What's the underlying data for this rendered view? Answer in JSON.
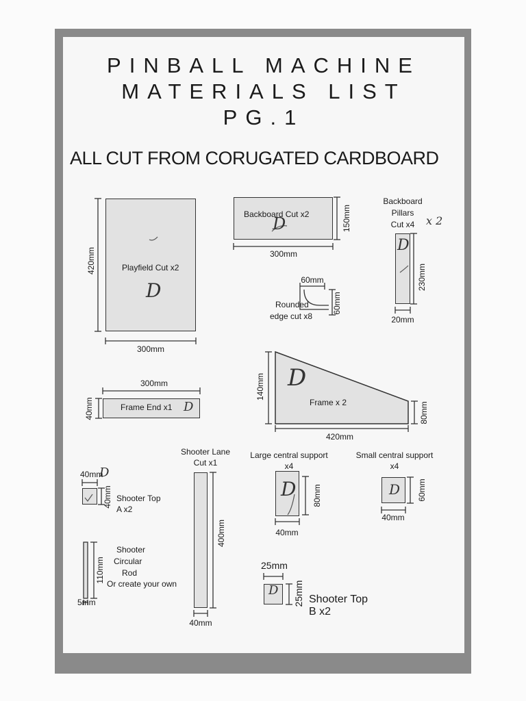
{
  "title": {
    "line1": "PINBALL MACHINE",
    "line2": "MATERIALS LIST",
    "line3": "PG.1"
  },
  "subtitle": "ALL CUT FROM CORUGATED CARDBOARD",
  "parts": {
    "playfield": {
      "label": "Playfield Cut x2",
      "height": "420mm",
      "width": "300mm"
    },
    "backboard": {
      "label": "Backboard Cut x2",
      "height": "150mm",
      "width": "300mm"
    },
    "pillars": {
      "label_1": "Backboard",
      "label_2": "Pillars",
      "label_3": "Cut x4",
      "note": "x 2",
      "height": "230mm",
      "width": "20mm"
    },
    "rounded": {
      "label_1": "Rounded",
      "label_2": "edge cut x8",
      "width": "60mm",
      "height": "60mm"
    },
    "frame_end": {
      "label": "Frame End x1",
      "width": "300mm",
      "height": "40mm"
    },
    "frame": {
      "label": "Frame x 2",
      "height_left": "140mm",
      "height_right": "80mm",
      "width": "420mm"
    },
    "shooter_lane": {
      "label_1": "Shooter Lane",
      "label_2": "Cut x1",
      "height": "400mm",
      "width": "40mm"
    },
    "large_support": {
      "label_1": "Large central support",
      "label_2": "x4",
      "height": "80mm",
      "width": "40mm"
    },
    "small_support": {
      "label_1": "Small central support",
      "label_2": "x4",
      "height": "60mm",
      "width": "40mm"
    },
    "shooter_top_a": {
      "label_1": "Shooter Top",
      "label_2": "A x2",
      "width": "40mm",
      "height": "40mm"
    },
    "shooter_rod": {
      "label_1": "Shooter",
      "label_2": "Circular",
      "label_3": "Rod",
      "label_4": "Or create your own",
      "height": "110mm",
      "width": "5mm"
    },
    "shooter_top_b": {
      "label_1": "Shooter Top",
      "label_2": "B x2",
      "width": "25mm",
      "height": "25mm"
    }
  },
  "handwritten_mark": "D"
}
